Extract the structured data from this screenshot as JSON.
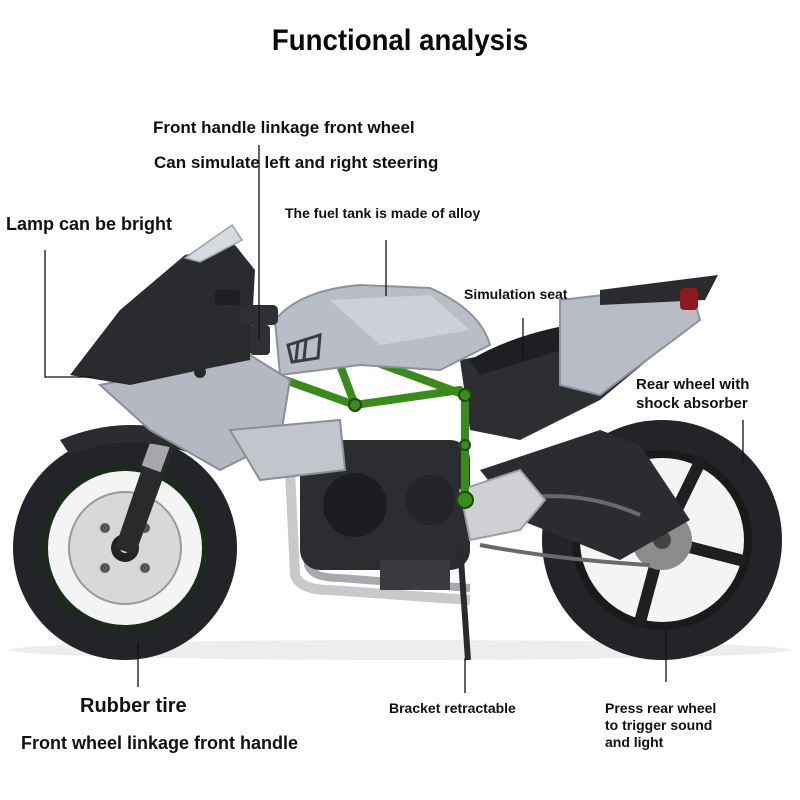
{
  "title": "Functional analysis",
  "callouts": {
    "front_handle": {
      "line1": "Front handle linkage front wheel",
      "line2": "Can simulate left and right steering"
    },
    "lamp": "Lamp can be bright",
    "fuel_tank": "The fuel tank is made of alloy",
    "seat": "Simulation seat",
    "rear_wheel": {
      "line1": "Rear wheel with",
      "line2": "shock absorber"
    },
    "rubber_tire": "Rubber tire",
    "front_wheel_linkage": "Front wheel linkage front handle",
    "bracket": "Bracket retractable",
    "press_rear": {
      "line1": "Press rear wheel",
      "line2": "to trigger sound",
      "line3": "and light"
    }
  },
  "product": {
    "subject": "motorcycle-model",
    "colors": {
      "silver_body": "#b8bcc6",
      "black_fairing": "#2a2b2e",
      "green_frame": "#3a8a1e",
      "tire": "#222325",
      "tail_light": "#8a1a1f"
    }
  }
}
